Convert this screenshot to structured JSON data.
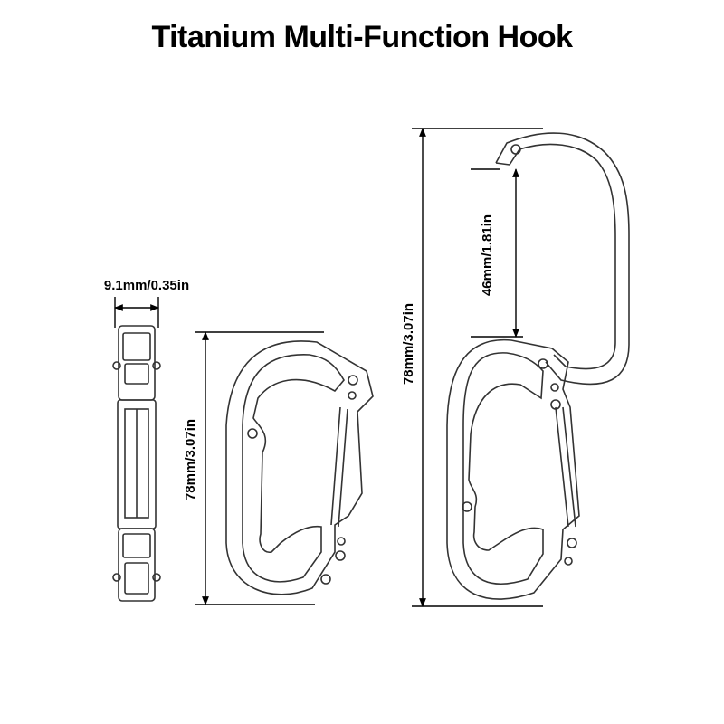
{
  "title": "Titanium Multi-Function Hook",
  "dimensions": {
    "width_label": "9.1mm/0.35in",
    "length_label_closed": "78mm/3.07in",
    "length_label_open": "78mm/3.07in",
    "opening_label": "46mm/1.81in"
  },
  "views": [
    "side-view",
    "front-view-closed",
    "front-view-open"
  ]
}
